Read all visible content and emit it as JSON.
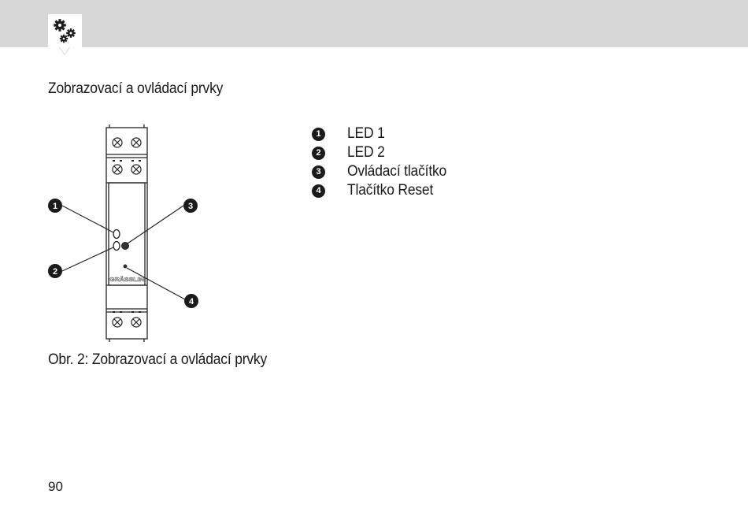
{
  "section_title": "Zobrazovací a ovládací prvky",
  "figure_caption": "Obr. 2: Zobrazovací a ovládací prvky",
  "page_number": "90",
  "header_icon": "gears-icon",
  "callouts": [
    "1",
    "2",
    "3",
    "4"
  ],
  "legend": [
    {
      "num": "1",
      "label": "LED 1"
    },
    {
      "num": "2",
      "label": "LED 2"
    },
    {
      "num": "3",
      "label": "Ovládací tlačítko"
    },
    {
      "num": "4",
      "label": "Tlačítko Reset"
    }
  ],
  "device_brand": "GRÄSSLIN",
  "colors": {
    "header_band": "#d7d7d7",
    "text": "#1a1a1a",
    "callout": "#1a1a1a"
  }
}
